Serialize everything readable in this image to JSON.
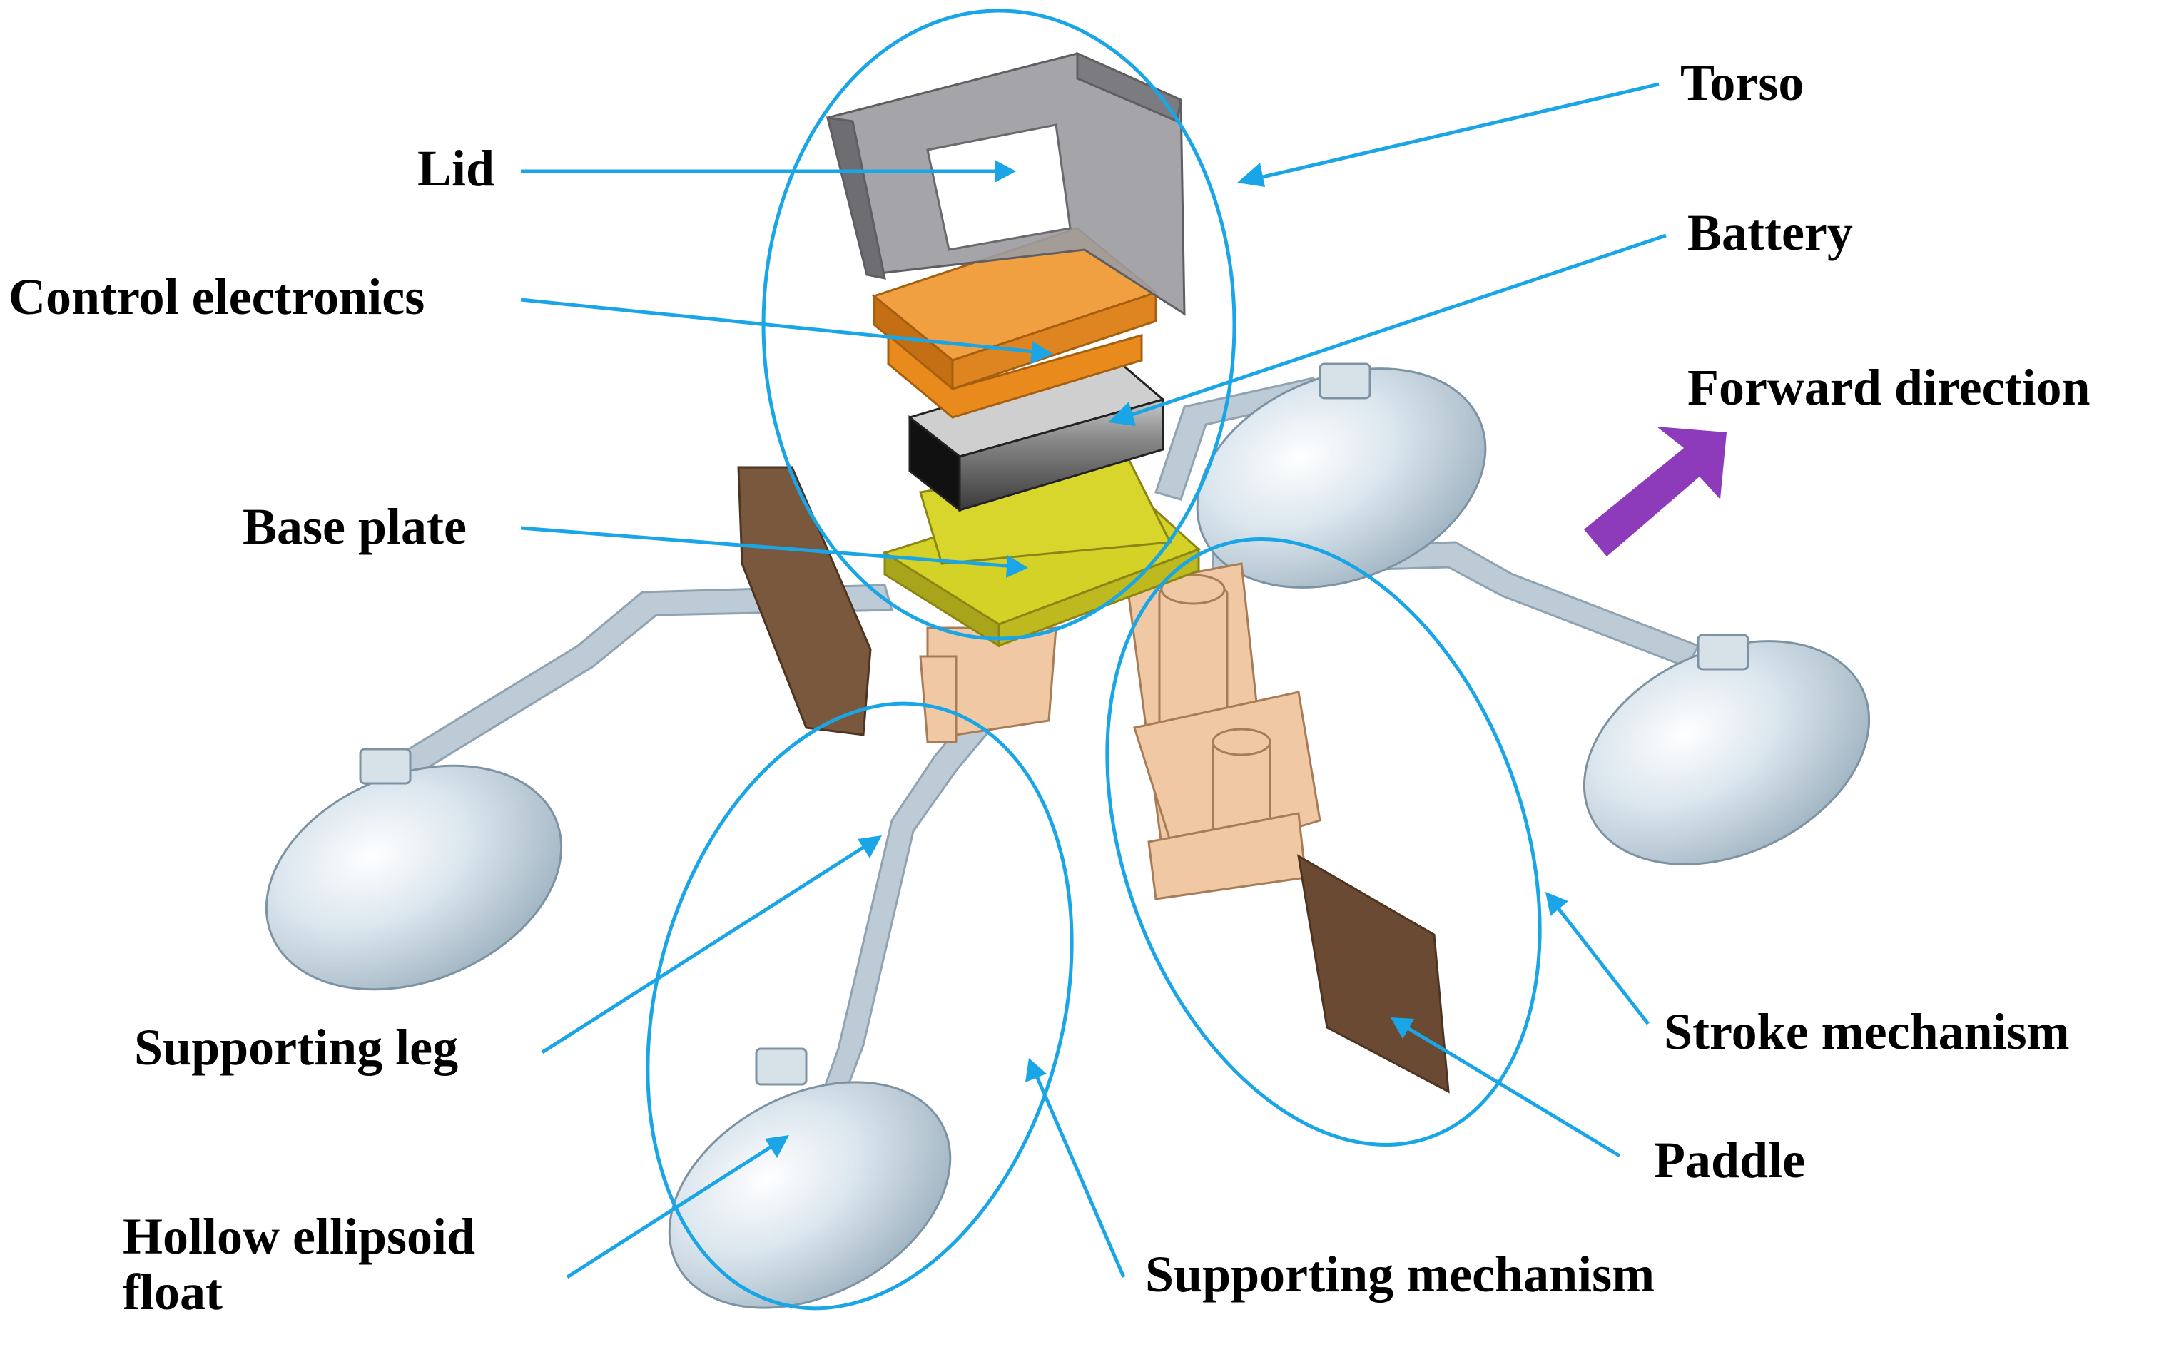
{
  "labels": {
    "torso": "Torso",
    "lid": "Lid",
    "battery": "Battery",
    "control_electronics": "Control electronics",
    "forward_direction": "Forward direction",
    "base_plate": "Base plate",
    "supporting_leg": "Supporting leg",
    "stroke_mechanism": "Stroke mechanism",
    "paddle": "Paddle",
    "hollow_ellipsoid_float_line1": "Hollow ellipsoid",
    "hollow_ellipsoid_float_line2": "float",
    "supporting_mechanism": "Supporting mechanism"
  },
  "colors": {
    "pointer": "#1aa6e6",
    "float": "#cfdde6",
    "leg": "#b9cad6",
    "frame": "#f0c9a4",
    "paddle": "#6b4a33",
    "lid": "#8d8d91",
    "electronics": "#e98a1d",
    "battery": "#2b2b2b",
    "base_plate": "#c8c41c",
    "forward_arrow": "#8e3bbb"
  }
}
